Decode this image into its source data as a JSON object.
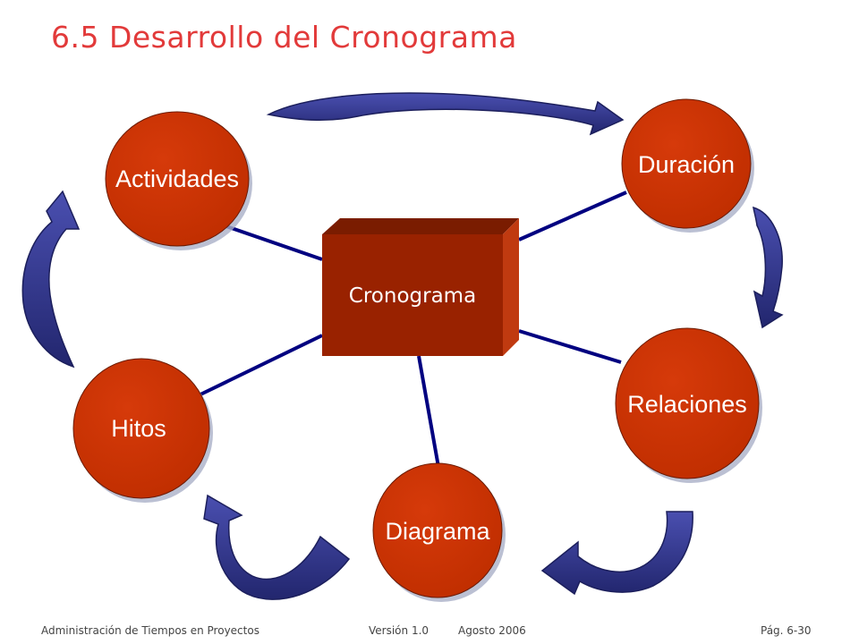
{
  "title": "6.5 Desarrollo del Cronograma",
  "center": {
    "label": "Cronograma"
  },
  "nodes": {
    "actividades": "Actividades",
    "duracion": "Duración",
    "relaciones": "Relaciones",
    "diagrama": "Diagrama",
    "hitos": "Hitos"
  },
  "footer": {
    "course": "Administración  de Tiempos en Proyectos",
    "version": "Versión 1.0",
    "date": "Agosto 2006",
    "page": "Pág. 6-30"
  },
  "colors": {
    "title": "#e23a3a",
    "node_fill": "#cc3300",
    "box_front": "#992200",
    "connector": "#000080",
    "arrow": "#2b2f8a"
  }
}
